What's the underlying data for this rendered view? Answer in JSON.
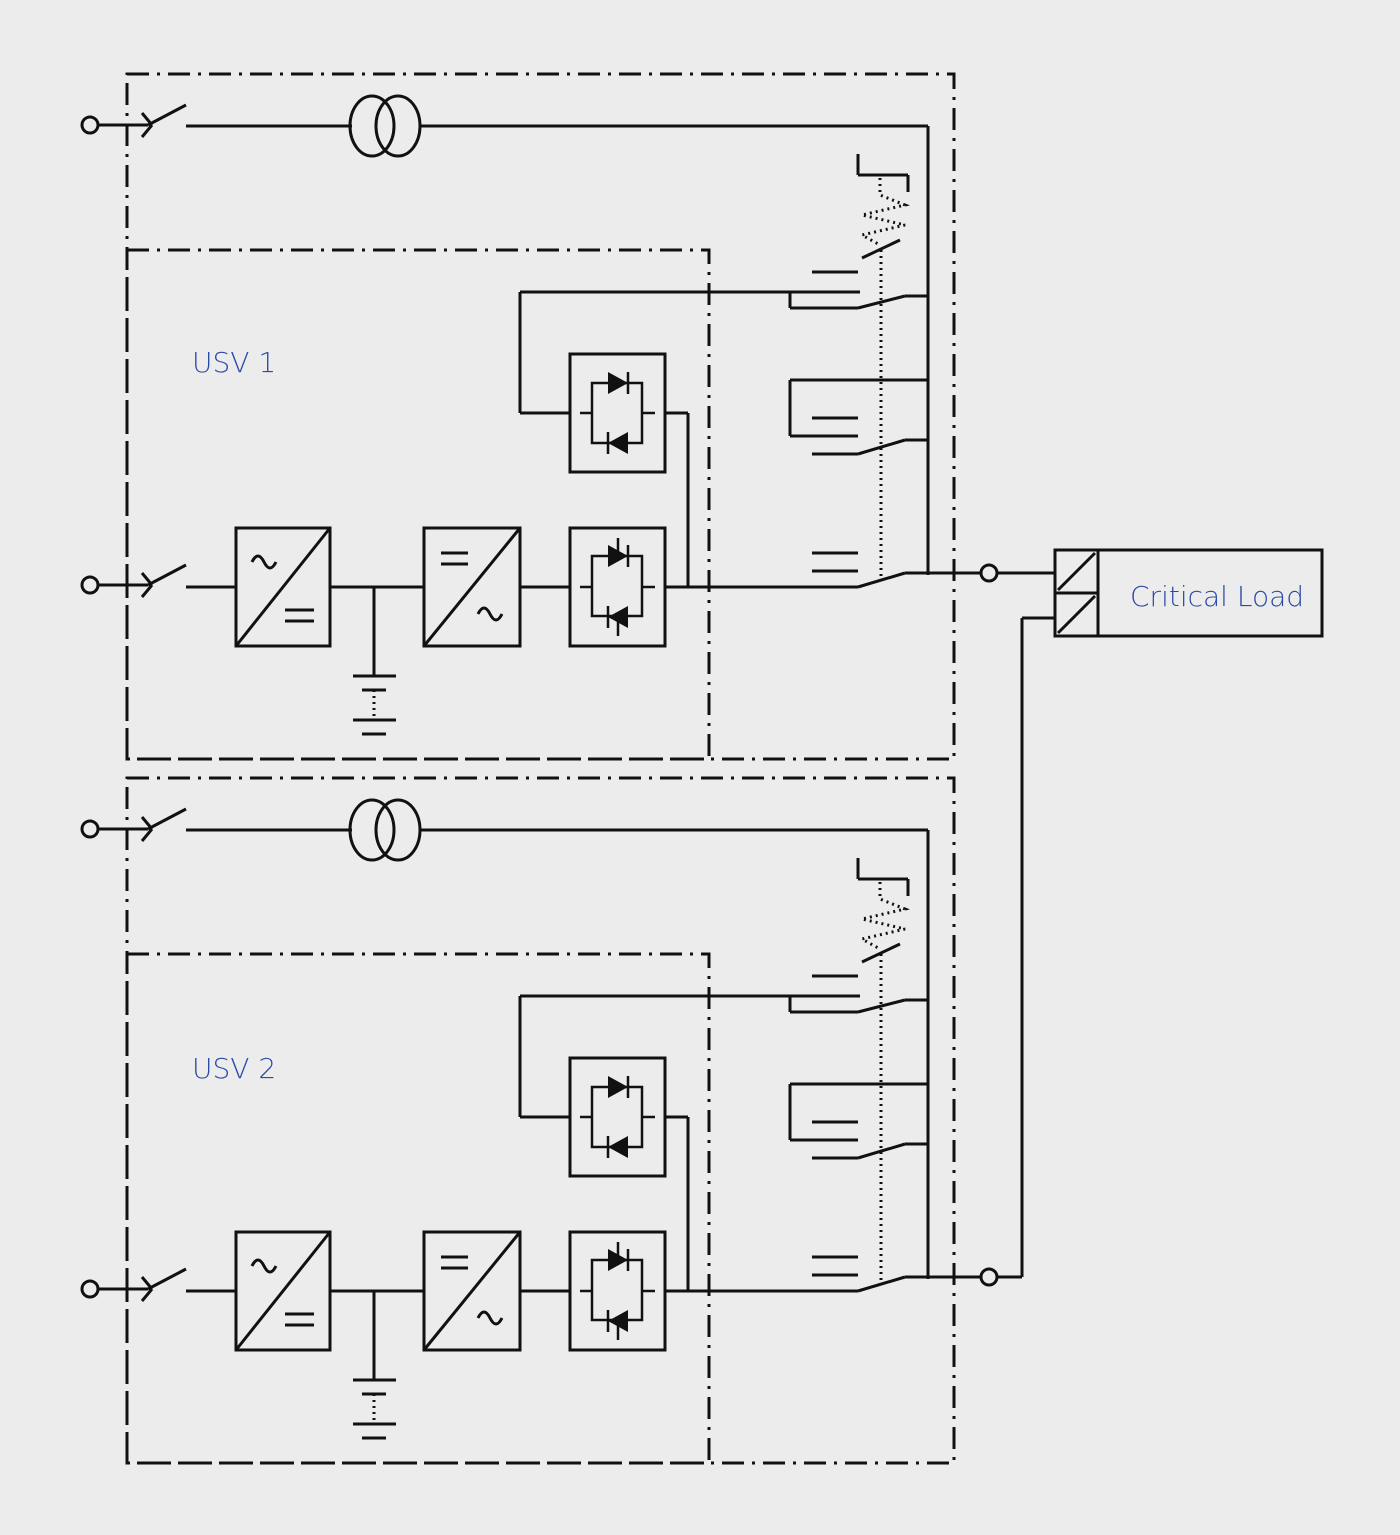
{
  "units": [
    {
      "label": "USV 1"
    },
    {
      "label": "USV 2"
    }
  ],
  "load": {
    "label": "Critical Load"
  },
  "colors": {
    "background": "#ececec",
    "line": "#111111",
    "label": "#2b4aa8"
  }
}
